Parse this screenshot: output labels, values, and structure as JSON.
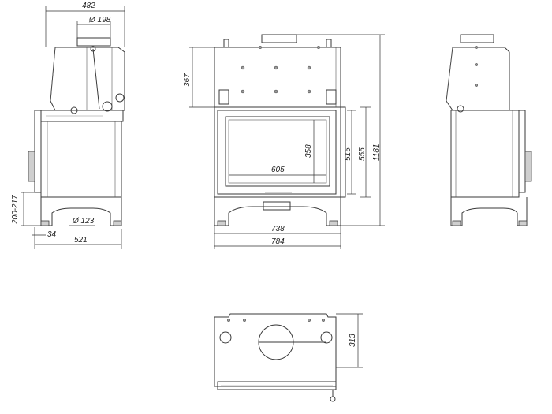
{
  "dimensions": {
    "side_depth": "482",
    "flue_diameter_side": "Ø 198",
    "side_bottom_height": "200-217",
    "side_offset": "34",
    "side_base_width": "521",
    "air_inlet_diameter": "Ø 123",
    "top_height": "367",
    "glass_width": "605",
    "glass_height": "358",
    "door_height": "515",
    "firebox_height": "555",
    "total_height": "1181",
    "base_width": "738",
    "total_width": "784",
    "plan_depth": "313"
  }
}
